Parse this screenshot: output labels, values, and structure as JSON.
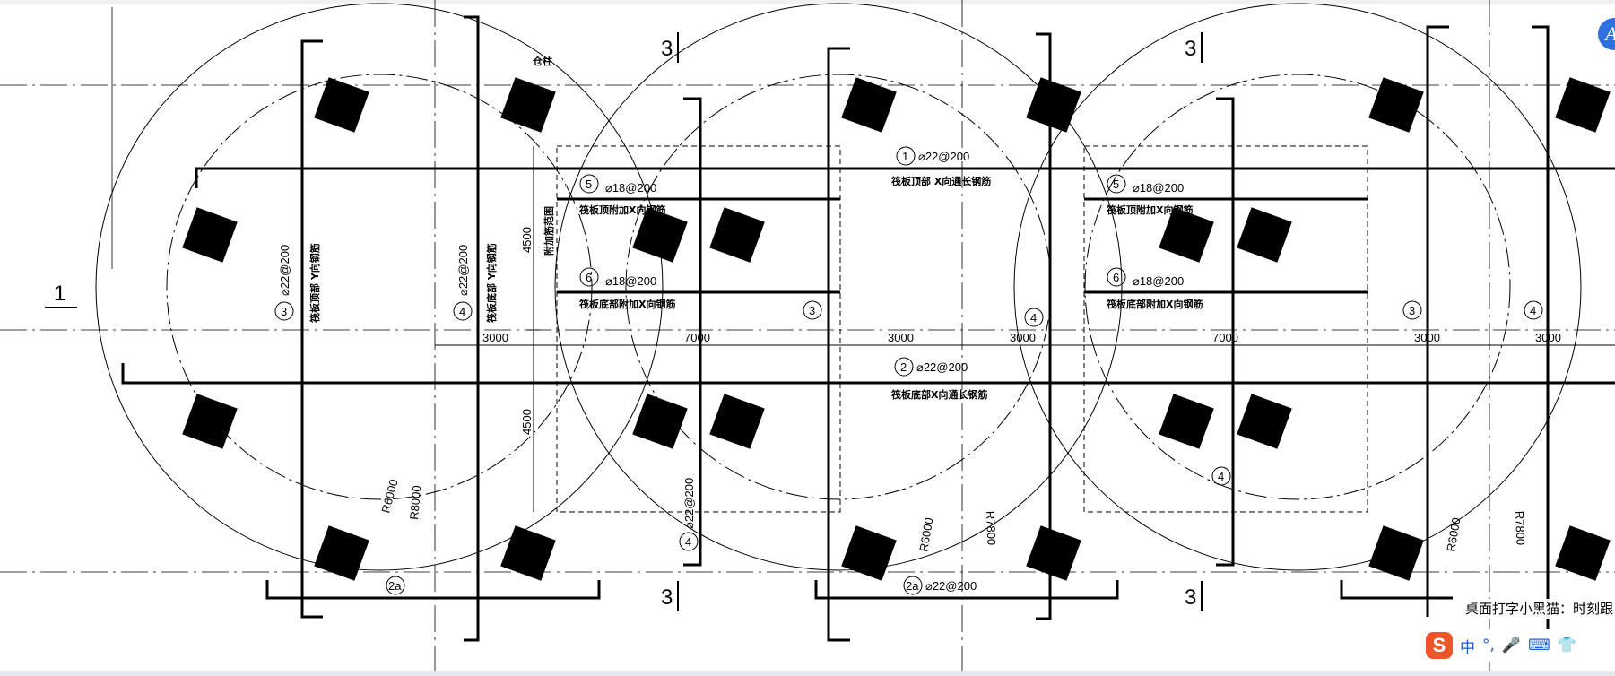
{
  "drawing": {
    "section_marks": {
      "one": "1",
      "three": "3"
    },
    "dimensions": {
      "w3000": "3000",
      "w7000": "7000",
      "h4500": "4500"
    },
    "radii": {
      "r6000": "R6000",
      "r8000": "R8000",
      "r7800": "R7800"
    },
    "bar_numbers": {
      "b1": "1",
      "b2": "2",
      "b2a": "2a",
      "b3": "3",
      "b4": "4",
      "b5": "5",
      "b6": "6"
    },
    "bar_specs": {
      "s22": "⌀22@200",
      "s18": "⌀18@200"
    },
    "labels": {
      "top_x_long": "筏板顶部 X向通长钢筋",
      "bottom_x_long": "筏板底部X向通长钢筋",
      "top_y": "筏板顶部 Y向钢筋",
      "bottom_y": "筏板底部 Y向钢筋",
      "top_add_x": "筏板顶附加X向钢筋",
      "bottom_add_x": "筏板底部附加X向钢筋",
      "add_range": "附加筋范围",
      "column": "仓柱"
    }
  },
  "ime": {
    "tip": "桌面打字小黑猫：时刻跟",
    "logo": "S",
    "mode": "中",
    "punct": "°,",
    "mic_icon": "mic-icon",
    "keyboard_icon": "keyboard-icon",
    "skin_icon": "shirt-icon",
    "more_icon": "gamepad-icon"
  },
  "corner_button": "A"
}
